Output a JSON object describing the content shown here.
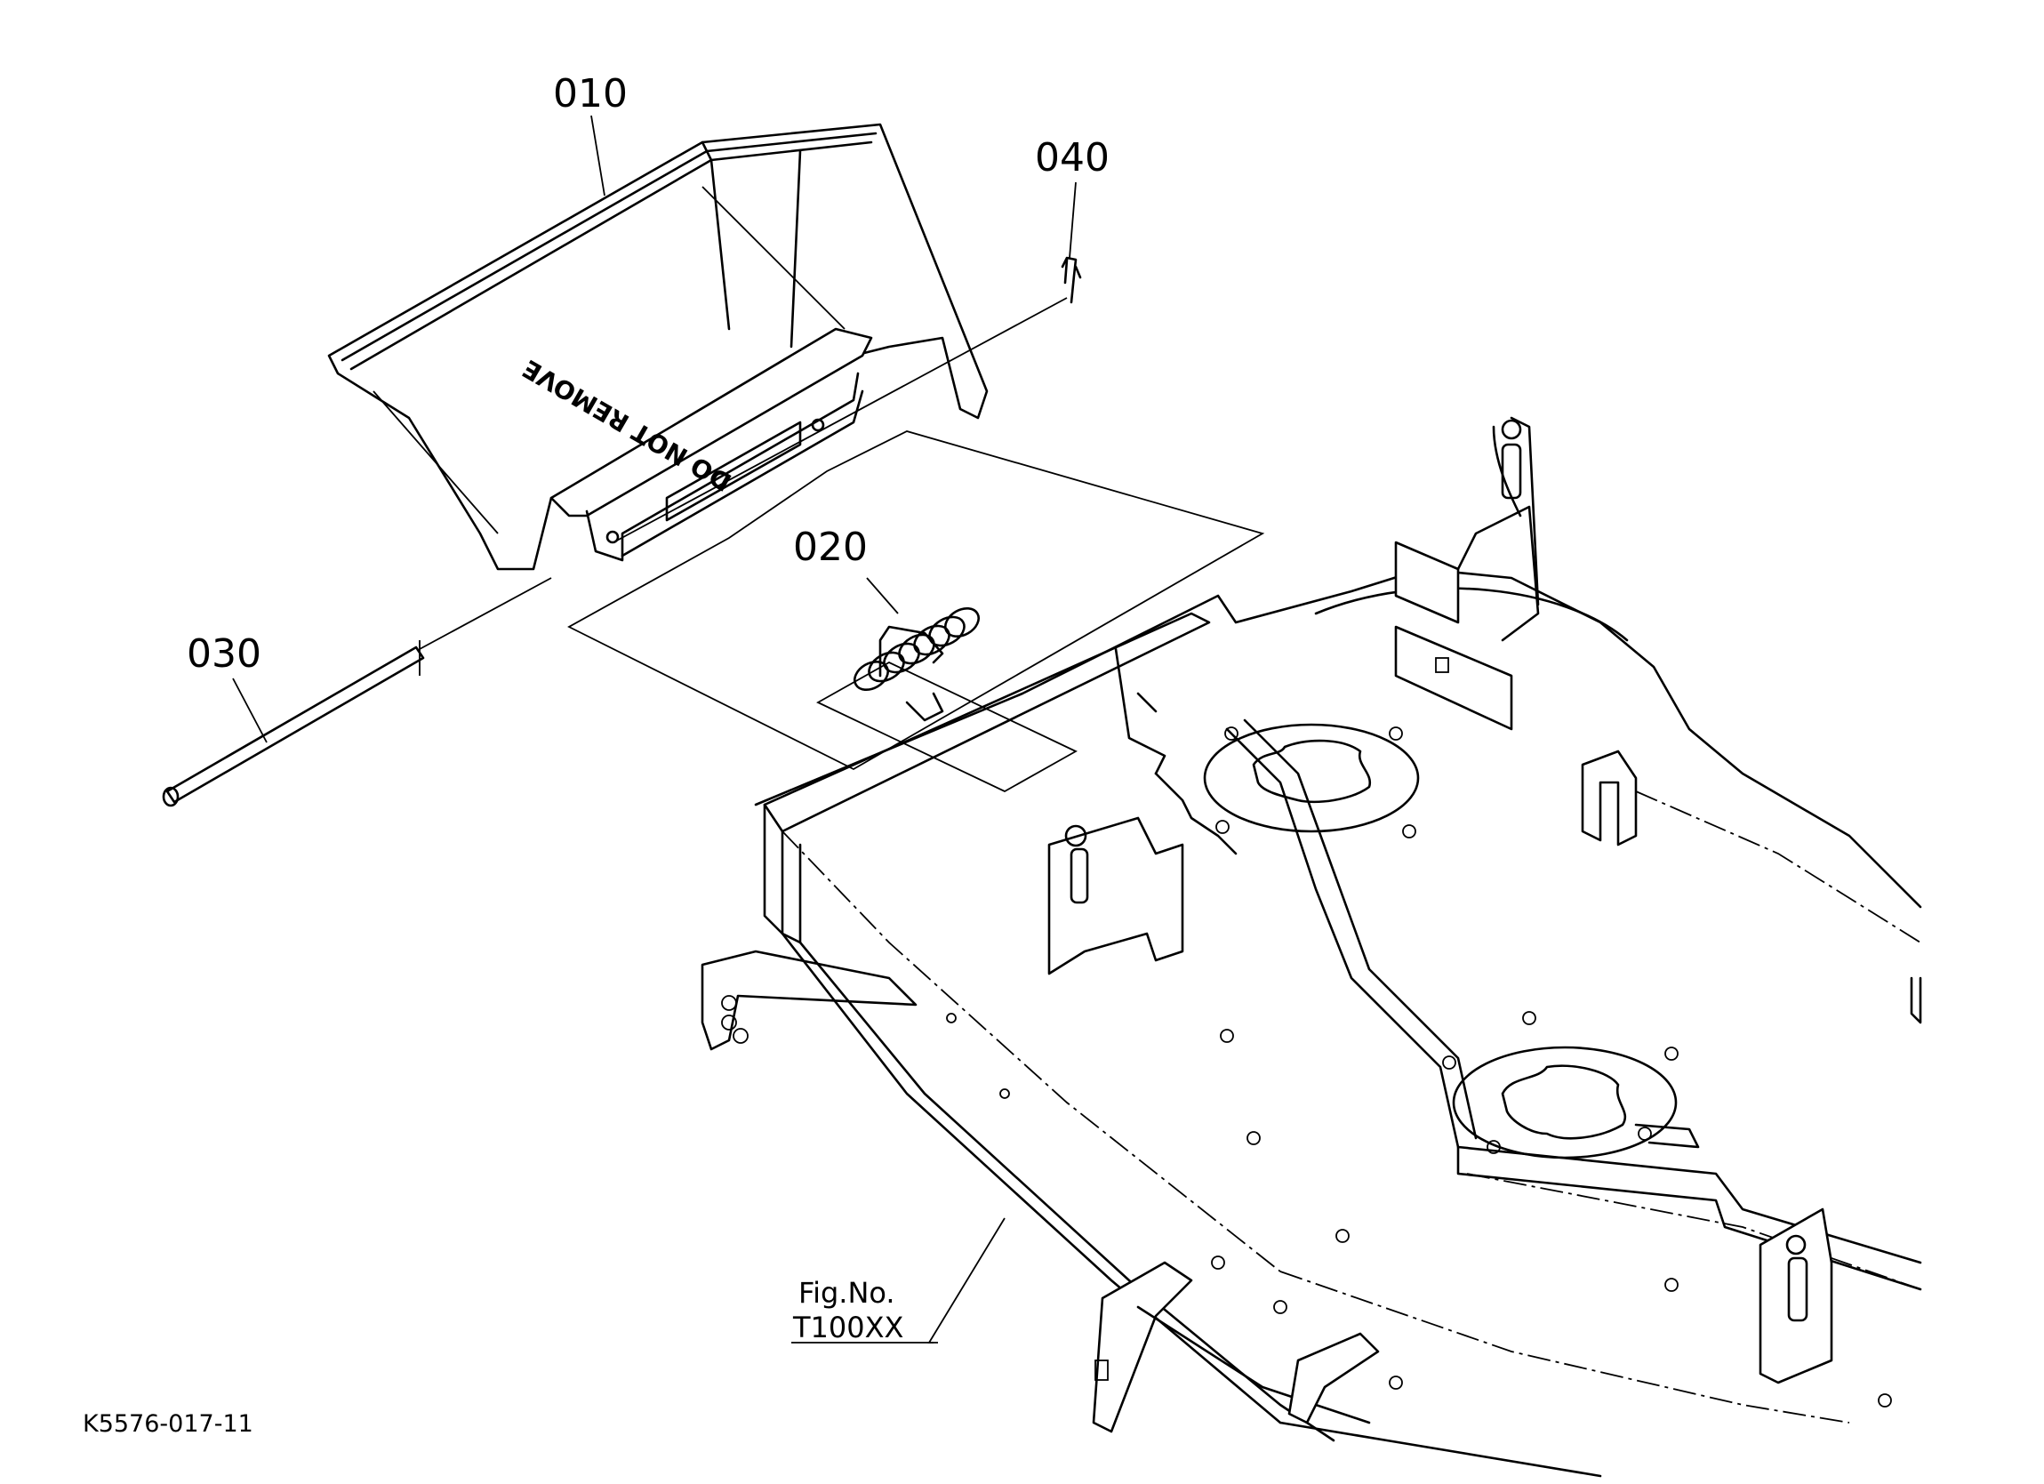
{
  "callouts": {
    "p010": "010",
    "p020": "020",
    "p030": "030",
    "p040": "040"
  },
  "part_marking": "DO NOT REMOVE",
  "figure_ref": {
    "line1": "Fig.No.",
    "line2": "T100XX"
  },
  "drawing_code": "K5576-017-11"
}
